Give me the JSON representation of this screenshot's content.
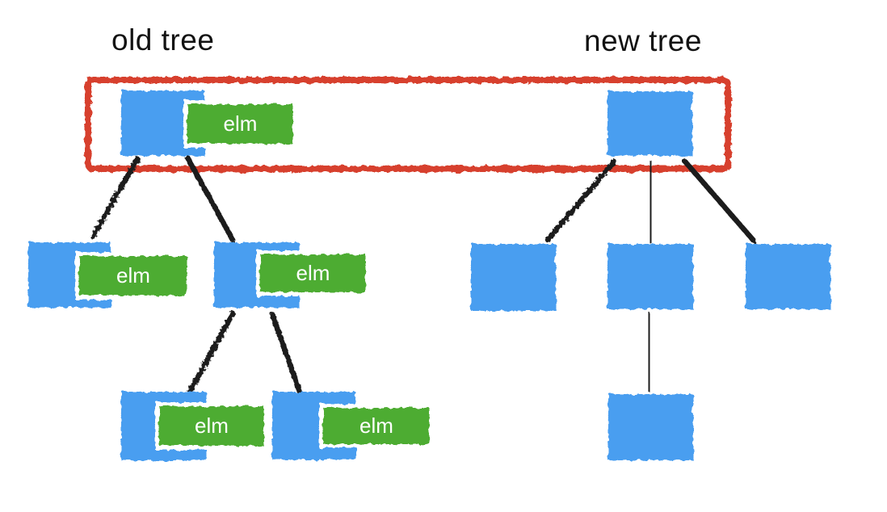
{
  "titles": {
    "old_tree": "old tree",
    "new_tree": "new tree"
  },
  "labels": {
    "elm": "elm"
  },
  "colors": {
    "node_blue": "#4A9EF0",
    "label_green": "#4DAC32",
    "highlight_red": "#D7402F",
    "edge_black": "#1B1B1B"
  },
  "diagram": {
    "type": "tree-diff",
    "description": "Two trees side by side; both root nodes are enclosed in one red highlight rectangle. Old tree nodes carry green 'elm' tags; new tree nodes are plain blue squares.",
    "old_tree": {
      "title": "old tree",
      "nodes": [
        {
          "id": "old-root",
          "label": "elm",
          "children": [
            "old-a",
            "old-b"
          ]
        },
        {
          "id": "old-a",
          "label": "elm",
          "children": []
        },
        {
          "id": "old-b",
          "label": "elm",
          "children": [
            "old-c",
            "old-d"
          ]
        },
        {
          "id": "old-c",
          "label": "elm",
          "children": []
        },
        {
          "id": "old-d",
          "label": "elm",
          "children": []
        }
      ]
    },
    "new_tree": {
      "title": "new tree",
      "nodes": [
        {
          "id": "new-root",
          "label": "",
          "children": [
            "new-a",
            "new-b",
            "new-c"
          ]
        },
        {
          "id": "new-a",
          "label": "",
          "children": []
        },
        {
          "id": "new-b",
          "label": "",
          "children": [
            "new-d"
          ]
        },
        {
          "id": "new-c",
          "label": "",
          "children": []
        },
        {
          "id": "new-d",
          "label": "",
          "children": []
        }
      ]
    },
    "highlight": {
      "shape": "red-rounded-rectangle",
      "around": "roots of both trees"
    }
  }
}
